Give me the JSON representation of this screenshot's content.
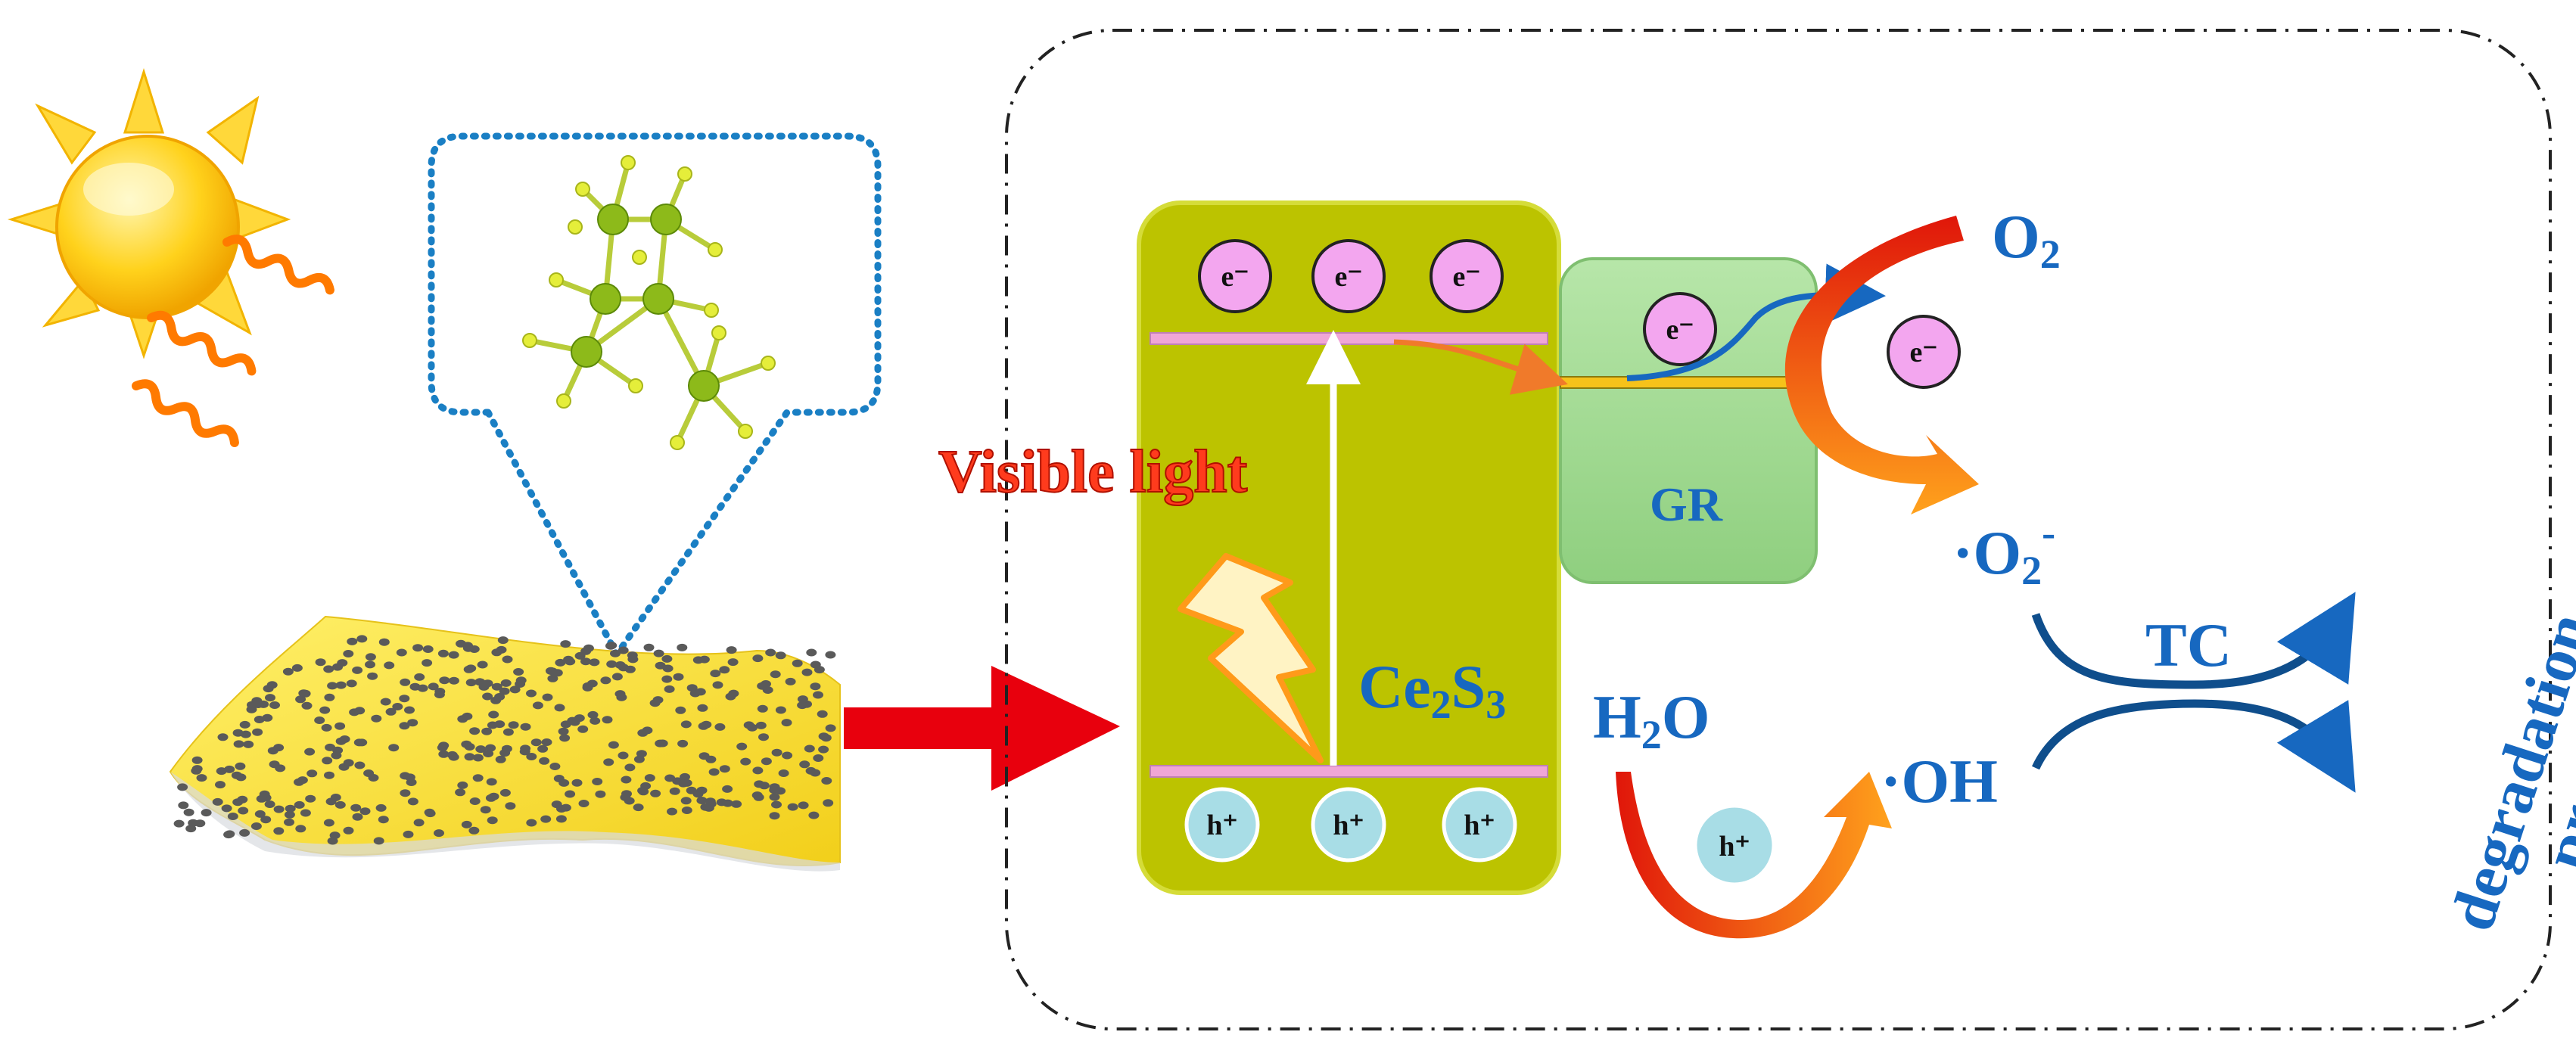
{
  "labels": {
    "visible_light": "Visible light",
    "ce2s3_base": "Ce",
    "ce2s3_sub1": "2",
    "ce2s3_mid": "S",
    "ce2s3_sub2": "3",
    "gr": "GR",
    "o2_base": "O",
    "o2_sub": "2",
    "superoxide_dot": "·",
    "superoxide_base": "O",
    "superoxide_sub": "2",
    "superoxide_sup": "-",
    "h2o_base": "H",
    "h2o_sub": "2",
    "h2o_end": "O",
    "hydroxyl": "·OH",
    "tc": "TC",
    "products_line1": "degradation",
    "products_line2": "products"
  },
  "particles": {
    "electron": "e⁻",
    "hole": "h⁺"
  },
  "colors": {
    "ce2s3_box": "#bcc300",
    "gr_box": "#a3dc96",
    "label_blue": "#1768c0",
    "visible_light": "#ff3b1d",
    "main_arrow": "#e8000d",
    "electron_fill": "#f3a6ef",
    "hole_fill": "#a8dde6",
    "band_line": "#f0a6d6"
  }
}
